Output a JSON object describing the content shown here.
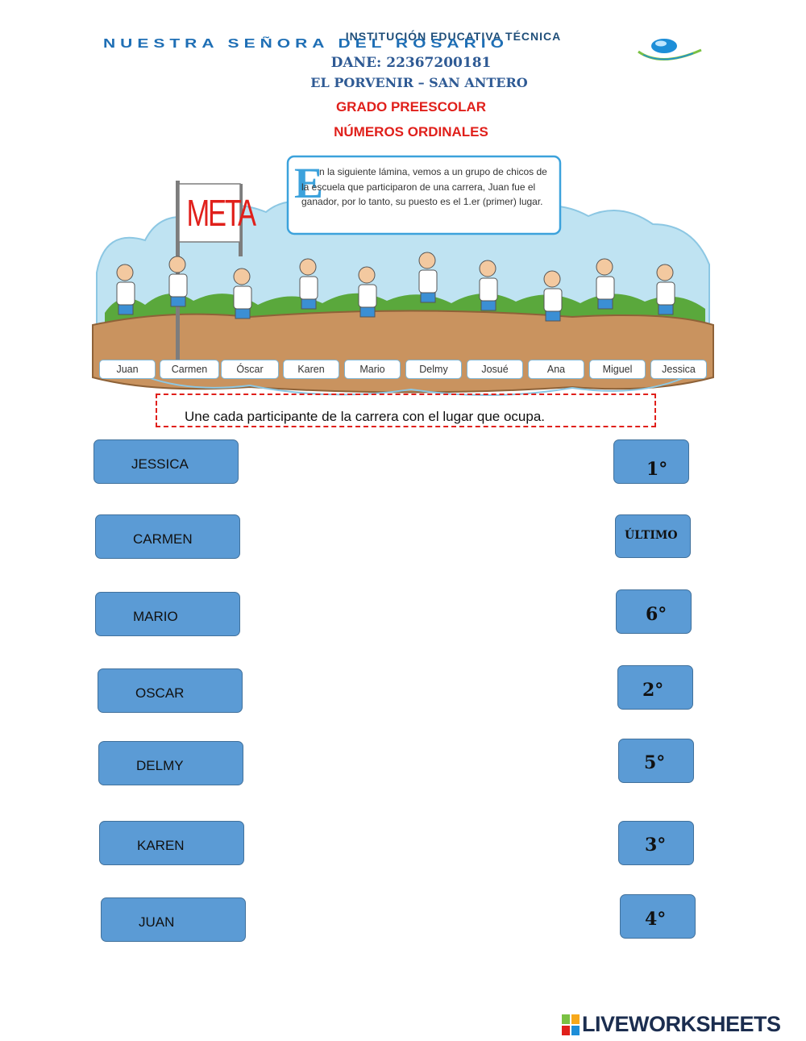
{
  "header": {
    "institution_top": "INSTITUCIÓN EDUCATIVA TÉCNICA",
    "institution_main": "NUESTRA SEÑORA DEL ROSARIO",
    "dane": "DANE: 22367200181",
    "location": "EL PORVENIR – SAN ANTERO",
    "grade": "GRADO PREESCOLAR",
    "topic": "NÚMEROS ORDINALES"
  },
  "illustration": {
    "sign": "META",
    "drop_cap": "E",
    "text": "n la siguiente lámina, vemos a un grupo de chicos de la escuela que participaron de una carrera, Juan fue el ganador, por lo tanto, su puesto es el 1.er (primer) lugar.",
    "runners": [
      "Juan",
      "Carmen",
      "Óscar",
      "Karen",
      "Mario",
      "Delmy",
      "Josué",
      "Ana",
      "Miguel",
      "Jessica"
    ]
  },
  "instruction": "Une cada participante de la carrera con el lugar que ocupa.",
  "names": [
    "JESSICA",
    "CARMEN",
    "MARIO",
    "OSCAR",
    "DELMY",
    "KAREN",
    "JUAN"
  ],
  "ordinals": [
    "1°",
    "ÚLTIMO",
    "6°",
    "2°",
    "5°",
    "3°",
    "4°"
  ],
  "footer": {
    "brand": "LIVEWORKSHEETS"
  },
  "colors": {
    "tile": "#5b9bd5",
    "tile_border": "#41719c",
    "title_red": "#e0201b",
    "header_blue": "#2e5a94"
  }
}
